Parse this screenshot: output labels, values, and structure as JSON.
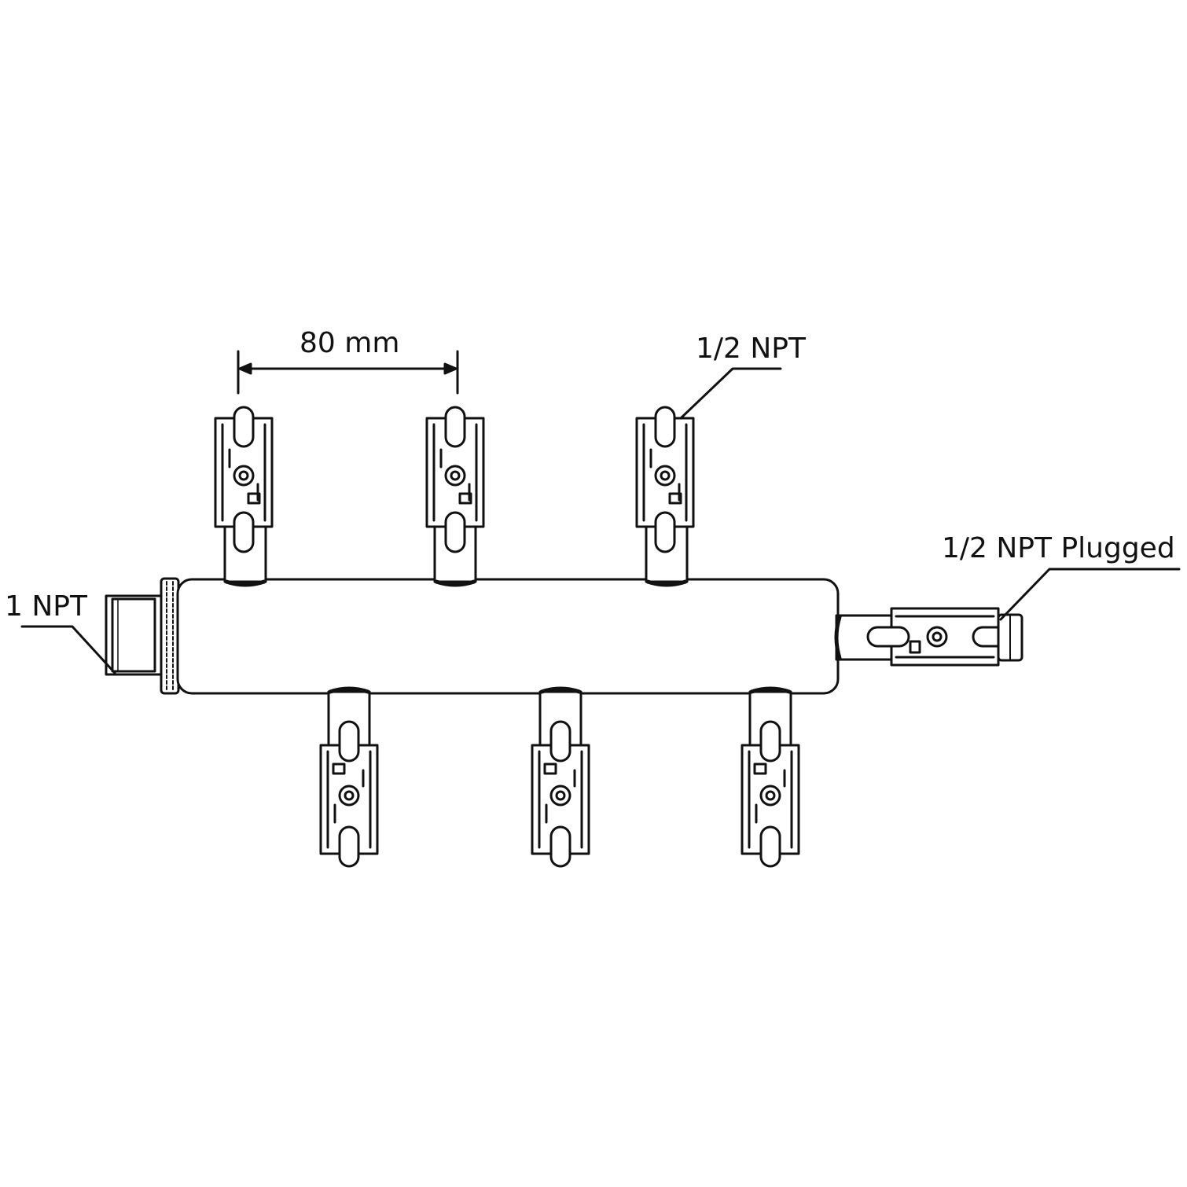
{
  "labels": {
    "spacing": "80 mm",
    "outlet_port": "1/2 NPT",
    "plugged_port": "1/2 NPT Plugged",
    "inlet_port": "1 NPT"
  },
  "colors": {
    "line": "#111111",
    "background": "#ffffff"
  },
  "outlets": {
    "top_count": 3,
    "bottom_count": 3
  }
}
